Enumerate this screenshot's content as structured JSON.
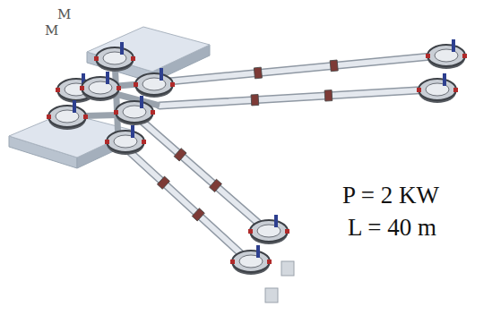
{
  "diagram": {
    "labels": [
      "M",
      "M",
      "P = 2 KW",
      "L = 40 m"
    ]
  }
}
